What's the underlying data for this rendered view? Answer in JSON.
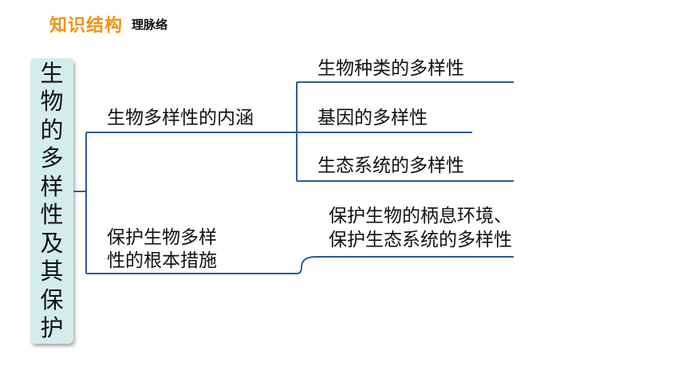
{
  "header": {
    "title": "知识结构",
    "subtitle": "理脉络"
  },
  "root": {
    "chars": [
      "生",
      "物",
      "的",
      "多",
      "样",
      "性",
      "及",
      "其",
      "保",
      "护"
    ]
  },
  "branches": {
    "connotation": {
      "label": "生物多样性的内涵",
      "children": [
        "生物种类的多样性",
        "基因的多样性",
        "生态系统的多样性"
      ]
    },
    "protection": {
      "label_line1": "保护生物多样",
      "label_line2": "性的根本措施",
      "child_line1": "保护生物的柄息环境、",
      "child_line2": "保护生态系统的多样性"
    }
  },
  "colors": {
    "accent": "#f0940c",
    "line": "#2a5d95",
    "root_bg": "#d3ecec"
  }
}
